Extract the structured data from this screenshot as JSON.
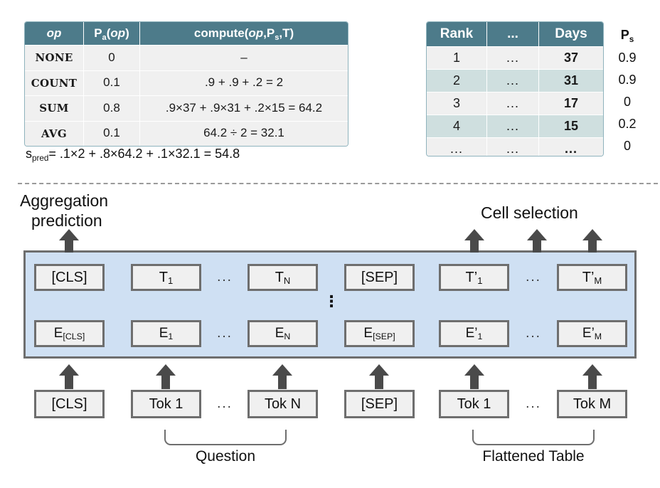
{
  "aggregation_table": {
    "headers": [
      "op",
      "Pa(op)",
      "compute(op,Ps,T)"
    ],
    "rows": [
      {
        "op": "NONE",
        "prob": "0",
        "compute": "–"
      },
      {
        "op": "COUNT",
        "prob": "0.1",
        "compute": ".9 + .9 + .2 = 2"
      },
      {
        "op": "SUM",
        "prob": "0.8",
        "compute": ".9×37 + .9×31 + .2×15 = 64.2"
      },
      {
        "op": "AVG",
        "prob": "0.1",
        "compute": "64.2 ÷ 2 = 32.1"
      }
    ],
    "formula": "= .1×2 + .8×64.2 + .1×32.1 = 54.8",
    "formula_symbol": "s",
    "formula_subscript": "pred"
  },
  "rank_table": {
    "headers": [
      "Rank",
      "...",
      "Days"
    ],
    "rows": [
      {
        "rank": "1",
        "mid": "...",
        "days": "37"
      },
      {
        "rank": "2",
        "mid": "...",
        "days": "31"
      },
      {
        "rank": "3",
        "mid": "...",
        "days": "17"
      },
      {
        "rank": "4",
        "mid": "...",
        "days": "15"
      },
      {
        "rank": "...",
        "mid": "...",
        "days": "..."
      }
    ]
  },
  "ps_column": {
    "header": "P",
    "header_sub": "s",
    "values": [
      "0.9",
      "0.9",
      "0",
      "0.2",
      "0"
    ]
  },
  "diagram": {
    "labels": {
      "aggregation_line1": "Aggregation",
      "aggregation_line2": "prediction",
      "cell_selection": "Cell selection",
      "question": "Question",
      "flattened_table": "Flattened Table"
    },
    "output_row": [
      {
        "text": "[CLS]"
      },
      {
        "text": "T",
        "sub": "1"
      },
      {
        "text": "..."
      },
      {
        "text": "T",
        "sub": "N"
      },
      {
        "text": "[SEP]"
      },
      {
        "text": "T’",
        "sub": "1"
      },
      {
        "text": "..."
      },
      {
        "text": "T’",
        "sub": "M"
      }
    ],
    "embed_row": [
      {
        "text": "E",
        "sub": "[CLS]"
      },
      {
        "text": "E",
        "sub": "1"
      },
      {
        "text": "..."
      },
      {
        "text": "E",
        "sub": "N"
      },
      {
        "text": "E",
        "sub": "[SEP]"
      },
      {
        "text": "E’",
        "sub": "1"
      },
      {
        "text": "..."
      },
      {
        "text": "E’",
        "sub": "M"
      }
    ],
    "token_row": [
      {
        "text": "[CLS]"
      },
      {
        "text": "Tok 1"
      },
      {
        "text": "..."
      },
      {
        "text": "Tok N"
      },
      {
        "text": "[SEP]"
      },
      {
        "text": "Tok 1"
      },
      {
        "text": "..."
      },
      {
        "text": "Tok M"
      }
    ],
    "vertical_dots": "⋮"
  },
  "colors": {
    "header_teal": "#4d7b8a",
    "row_alt_teal": "#cfdfdf",
    "row_gray": "#f0f0f0",
    "encoder_blue": "#cfe0f3",
    "box_border": "#6e6e6e",
    "arrow": "#4a4a4a"
  }
}
